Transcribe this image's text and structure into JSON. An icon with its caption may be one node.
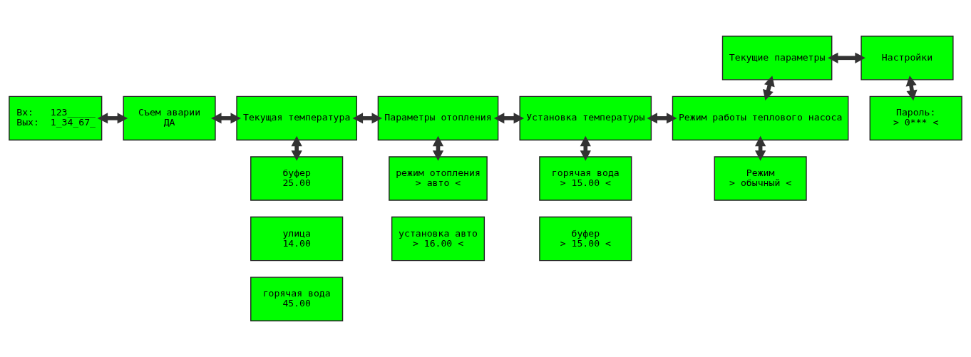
{
  "diagram": {
    "nodes": [
      {
        "text": [
          "Вх:   123_____",
          "Вых:  1_34_67_"
        ]
      },
      {
        "text": [
          "Съем аварии",
          "ДА"
        ]
      },
      {
        "text": [
          "Текущая температура"
        ]
      },
      {
        "text": [
          "Параметры отопления"
        ]
      },
      {
        "text": [
          "Установка температуры"
        ]
      },
      {
        "text": [
          "Режим работы теплового насоса"
        ]
      },
      {
        "text": [
          "Текущие параметры"
        ]
      },
      {
        "text": [
          "Настройки"
        ]
      },
      {
        "text": [
          "Пароль:",
          "> 0*** <"
        ]
      },
      {
        "text": [
          "буфер",
          "25.00"
        ]
      },
      {
        "text": [
          "улица",
          "14.00"
        ]
      },
      {
        "text": [
          "горячая вода",
          "45.00"
        ]
      },
      {
        "text": [
          "режим отопления",
          "> авто <"
        ]
      },
      {
        "text": [
          "установка авто",
          "> 16.00 <"
        ]
      },
      {
        "text": [
          "горячая вода",
          "> 15.00 <"
        ]
      },
      {
        "text": [
          "буфер",
          "> 15.00 <"
        ]
      },
      {
        "text": [
          "Режим",
          "> обычный <"
        ]
      }
    ],
    "edges": [
      {
        "from": 0,
        "to": 1,
        "arrow": "both"
      },
      {
        "from": 1,
        "to": 2,
        "arrow": "both"
      },
      {
        "from": 2,
        "to": 3,
        "arrow": "both"
      },
      {
        "from": 3,
        "to": 4,
        "arrow": "both"
      },
      {
        "from": 4,
        "to": 5,
        "arrow": "both"
      },
      {
        "from": 2,
        "to": 9,
        "arrow": "both"
      },
      {
        "from": 3,
        "to": 12,
        "arrow": "both"
      },
      {
        "from": 4,
        "to": 14,
        "arrow": "both"
      },
      {
        "from": 5,
        "to": 16,
        "arrow": "both"
      },
      {
        "from": 6,
        "to": 5,
        "arrow": "both"
      },
      {
        "from": 6,
        "to": 7,
        "arrow": "both"
      },
      {
        "from": 7,
        "to": 8,
        "arrow": "both"
      }
    ]
  }
}
